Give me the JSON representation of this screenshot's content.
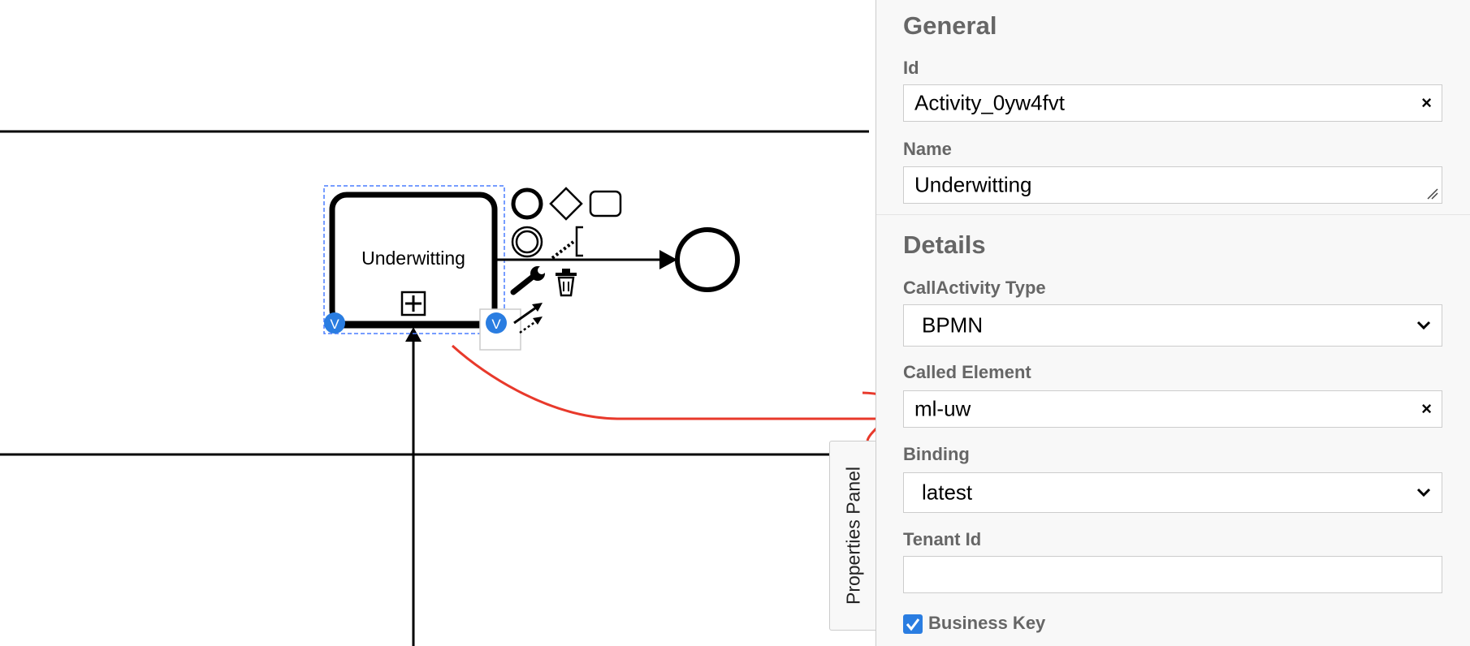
{
  "diagram": {
    "task_label": "Underwitting",
    "badge_letter": "V"
  },
  "properties_tab": {
    "label": "Properties Panel"
  },
  "panel": {
    "general": {
      "title": "General",
      "id_label": "Id",
      "id_value": "Activity_0yw4fvt",
      "name_label": "Name",
      "name_value": "Underwitting"
    },
    "details": {
      "title": "Details",
      "callactivity_type_label": "CallActivity Type",
      "callactivity_type_value": "BPMN",
      "called_element_label": "Called Element",
      "called_element_value": "ml-uw",
      "binding_label": "Binding",
      "binding_value": "latest",
      "tenant_id_label": "Tenant Id",
      "tenant_id_value": "",
      "business_key_label": "Business Key",
      "business_key_checked": true
    },
    "clear_glyph": "×"
  },
  "colors": {
    "badge": "#2a7de1",
    "selection": "#4a7dff",
    "annotation": "#e8392b",
    "checkbox": "#2a7de1"
  },
  "icons": [
    "start-event-icon",
    "gateway-icon",
    "task-icon",
    "intermediate-event-icon",
    "text-annotation-icon",
    "wrench-icon",
    "trash-icon",
    "connect-arrow-icon",
    "chevron-down-icon",
    "checkmark-icon",
    "expand-plus-icon"
  ]
}
